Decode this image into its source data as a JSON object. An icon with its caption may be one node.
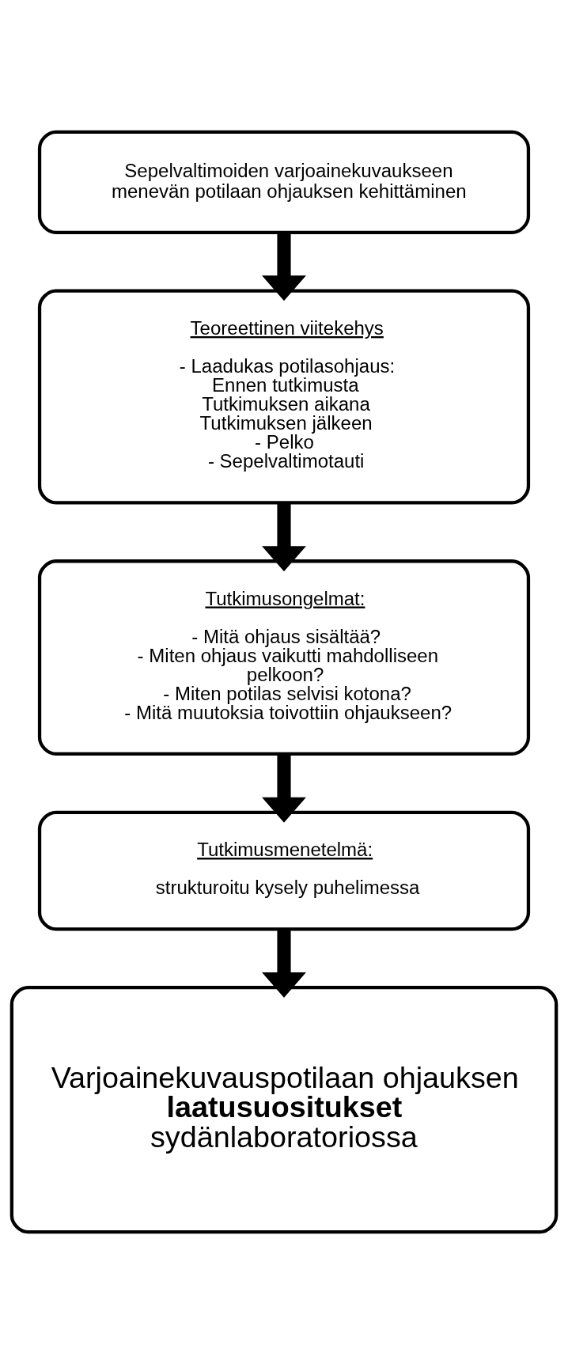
{
  "diagram": {
    "nodes": [
      {
        "text": [
          "Sepelvaltimoiden varjoainekuvaukseen menevän potilaan ohjauksen kehittäminen"
        ]
      },
      {
        "text": [
          "Teoreettinen viitekehys",
          "- Laadukas potilasohjaus:",
          "Ennen tutkimusta",
          "Tutkimuksen aikana",
          "Tutkimuksen jälkeen",
          "- Pelko",
          "- Sepelvaltimotauti"
        ]
      },
      {
        "text": [
          "Tutkimusongelmat:",
          "- Mitä ohjaus sisältää?",
          "- Miten ohjaus vaikutti mahdolliseen pelkoon?",
          "- Miten potilas selvisi kotona?",
          "- Mitä muutoksia toivottiin ohjaukseen?"
        ]
      },
      {
        "text": [
          "Tutkimusmenetelmä:",
          "strukturoitu kysely puhelimessa"
        ]
      },
      {
        "text": [
          "Varjoainekuvauspotilaan ohjauksen **laatusuositukset** sydänlaboratoriossa"
        ]
      }
    ],
    "edges": [
      {
        "from": 0,
        "to": 1,
        "arrow": "to"
      },
      {
        "from": 1,
        "to": 2,
        "arrow": "to"
      },
      {
        "from": 2,
        "to": 3,
        "arrow": "to"
      },
      {
        "from": 3,
        "to": 4,
        "arrow": "to"
      }
    ]
  }
}
